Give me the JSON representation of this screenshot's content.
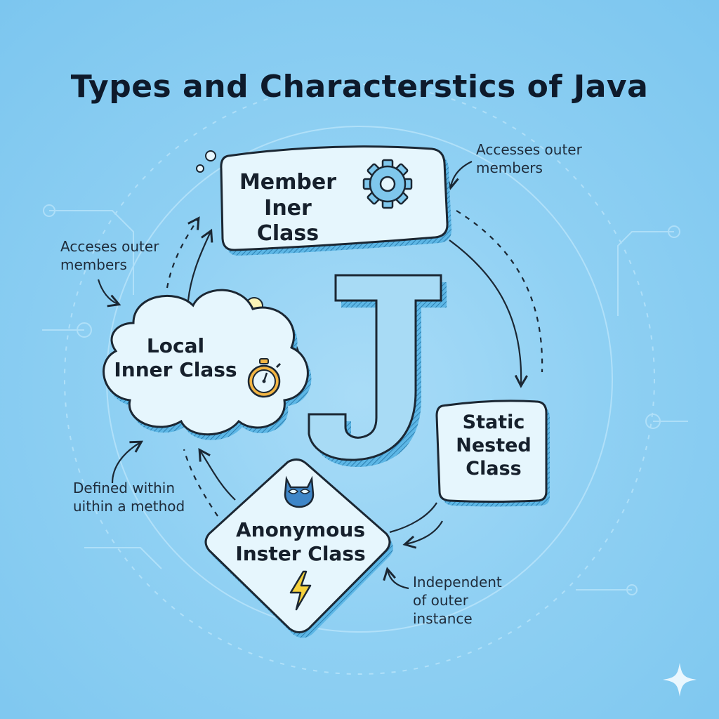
{
  "title": "Types and Characterstics of Java",
  "center_letter": "J",
  "nodes": {
    "member": {
      "line1": "Member",
      "line2": "Iner Class"
    },
    "local": {
      "line1": "Local",
      "line2": "Inner Class"
    },
    "static_nested": {
      "line1": "Static",
      "line2": "Nested",
      "line3": "Class"
    },
    "anonymous": {
      "line1": "Anonymous",
      "line2": "Inster Class"
    }
  },
  "annotations": {
    "top_right": {
      "line1": "Accesses outer",
      "line2": "members"
    },
    "left": {
      "line1": "Acceses outer",
      "line2": "members"
    },
    "bottom_left": {
      "line1": "Defined within",
      "line2": "uithin a method"
    },
    "bottom_right": {
      "line1": "Independent",
      "line2": "of outer",
      "line3": "instance"
    }
  },
  "icons": {
    "member": "gear-icon",
    "local": "stopwatch-icon",
    "anonymous_top": "mask-icon",
    "anonymous_bottom": "lightning-icon",
    "corner": "sparkle-icon"
  },
  "colors": {
    "background": "#8fd0f3",
    "node_fill": "#e6f6fd",
    "node_stroke": "#1b2733",
    "node_shadow": "#4aa9dc",
    "text": "#16202c"
  }
}
